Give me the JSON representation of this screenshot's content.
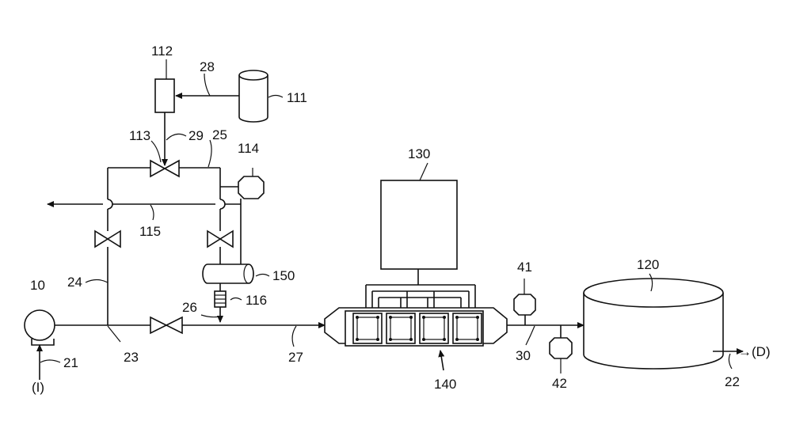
{
  "labels": {
    "n10": "10",
    "n21": "21",
    "in_i": "(I)",
    "n23": "23",
    "n24": "24",
    "n25": "25",
    "n26": "26",
    "n27": "27",
    "n28": "28",
    "n29": "29",
    "n30": "30",
    "n41": "41",
    "n42": "42",
    "n111": "111",
    "n112": "112",
    "n113": "113",
    "n114": "114",
    "n115": "115",
    "n116": "116",
    "n120": "120",
    "n130": "130",
    "n140": "140",
    "n150": "150",
    "n22": "22",
    "out_d": "→(D)"
  }
}
